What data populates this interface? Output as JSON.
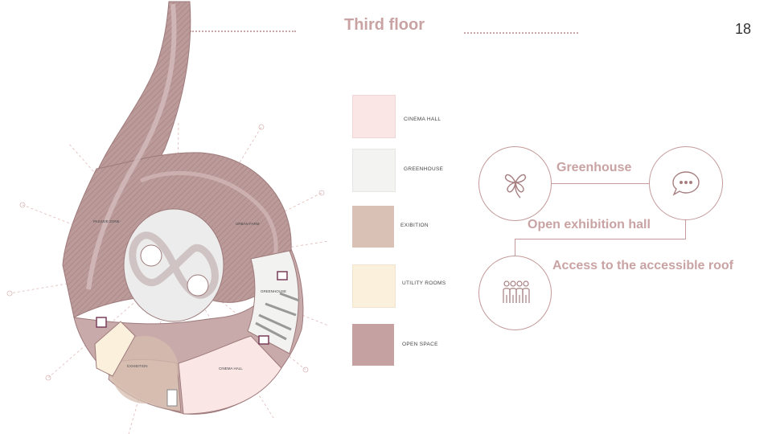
{
  "slide": {
    "title": "Third floor",
    "page_number": "18"
  },
  "plan": {
    "rooms": {
      "cinema_hall": "CINEMA  HALL",
      "exhibition": "EXHIBITION",
      "greenhouse": "GREENHOUSE",
      "left_label": "PASSIVE  ZONE",
      "right_label": "URBAN  FARM"
    }
  },
  "legend": [
    {
      "label": "CINEMA  HALL",
      "color": "#fbe6e6"
    },
    {
      "label": "GREENHOUSE",
      "color": "#f3f4f2"
    },
    {
      "label": "EXIBITION",
      "color": "#d9c1b5"
    },
    {
      "label": "UTILITY ROOMS",
      "color": "#faf0dc"
    },
    {
      "label": "OPEN SPACE",
      "color": "#c6a1a2"
    }
  ],
  "features": {
    "greenhouse": "Greenhouse",
    "exhibition": "Open exhibition hall",
    "roof": "Access to the accessible roof",
    "icons": [
      "clover-icon",
      "chat-bubble-icon",
      "group-people-icon"
    ]
  },
  "colors": {
    "accent": "#c9a3a3",
    "line": "#c49a9a"
  }
}
